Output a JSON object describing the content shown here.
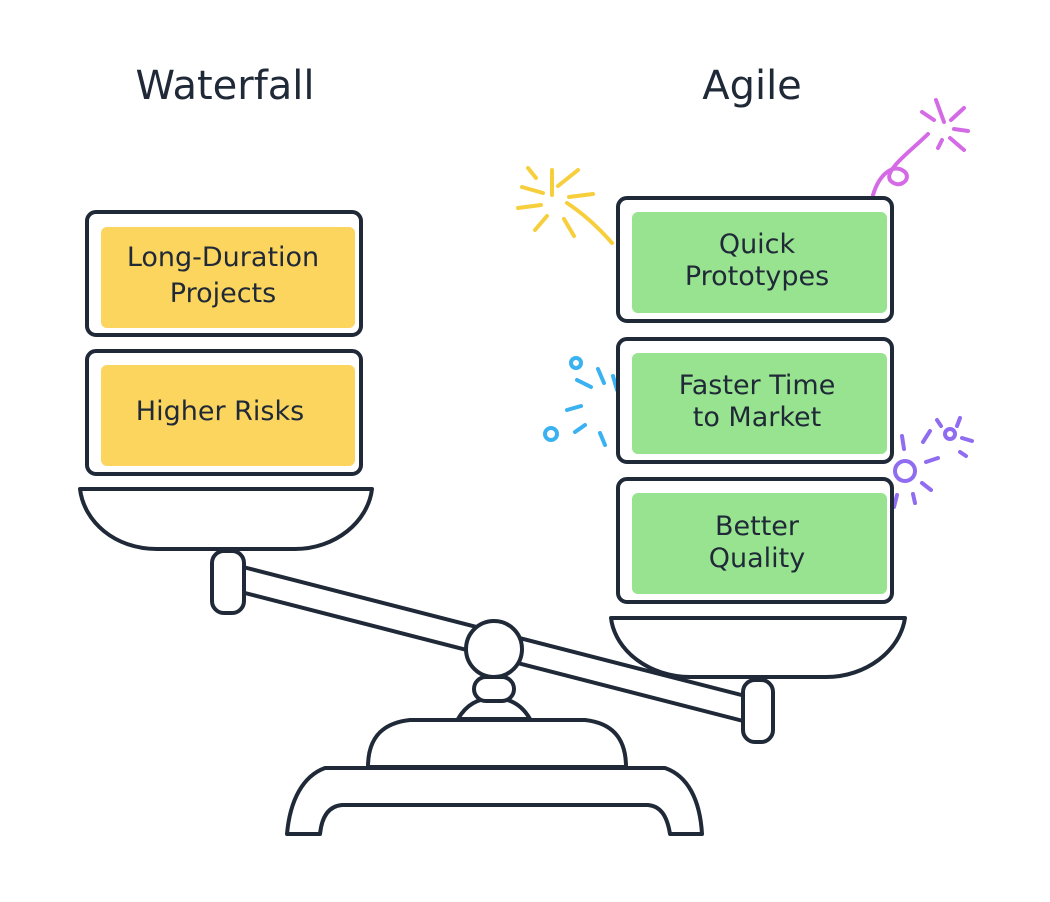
{
  "colors": {
    "ink": "#1f2937",
    "waterfall_card": "#fbd55e",
    "agile_card": "#98e38f",
    "spark_yellow": "#f7cf3d",
    "spark_magenta": "#d56ae6",
    "spark_blue": "#3ab2f2",
    "spark_purple": "#8f6cf0"
  },
  "left": {
    "title": "Waterfall",
    "cards": [
      {
        "lines": [
          "Long-Duration",
          "Projects"
        ]
      },
      {
        "lines": [
          "Higher Risks"
        ]
      }
    ]
  },
  "right": {
    "title": "Agile",
    "cards": [
      {
        "lines": [
          "Quick",
          "Prototypes"
        ]
      },
      {
        "lines": [
          "Faster Time",
          "to Market"
        ]
      },
      {
        "lines": [
          "Better",
          "Quality"
        ]
      }
    ]
  },
  "icons": [
    "balance-scale-icon",
    "firework-sparkle-icon"
  ]
}
